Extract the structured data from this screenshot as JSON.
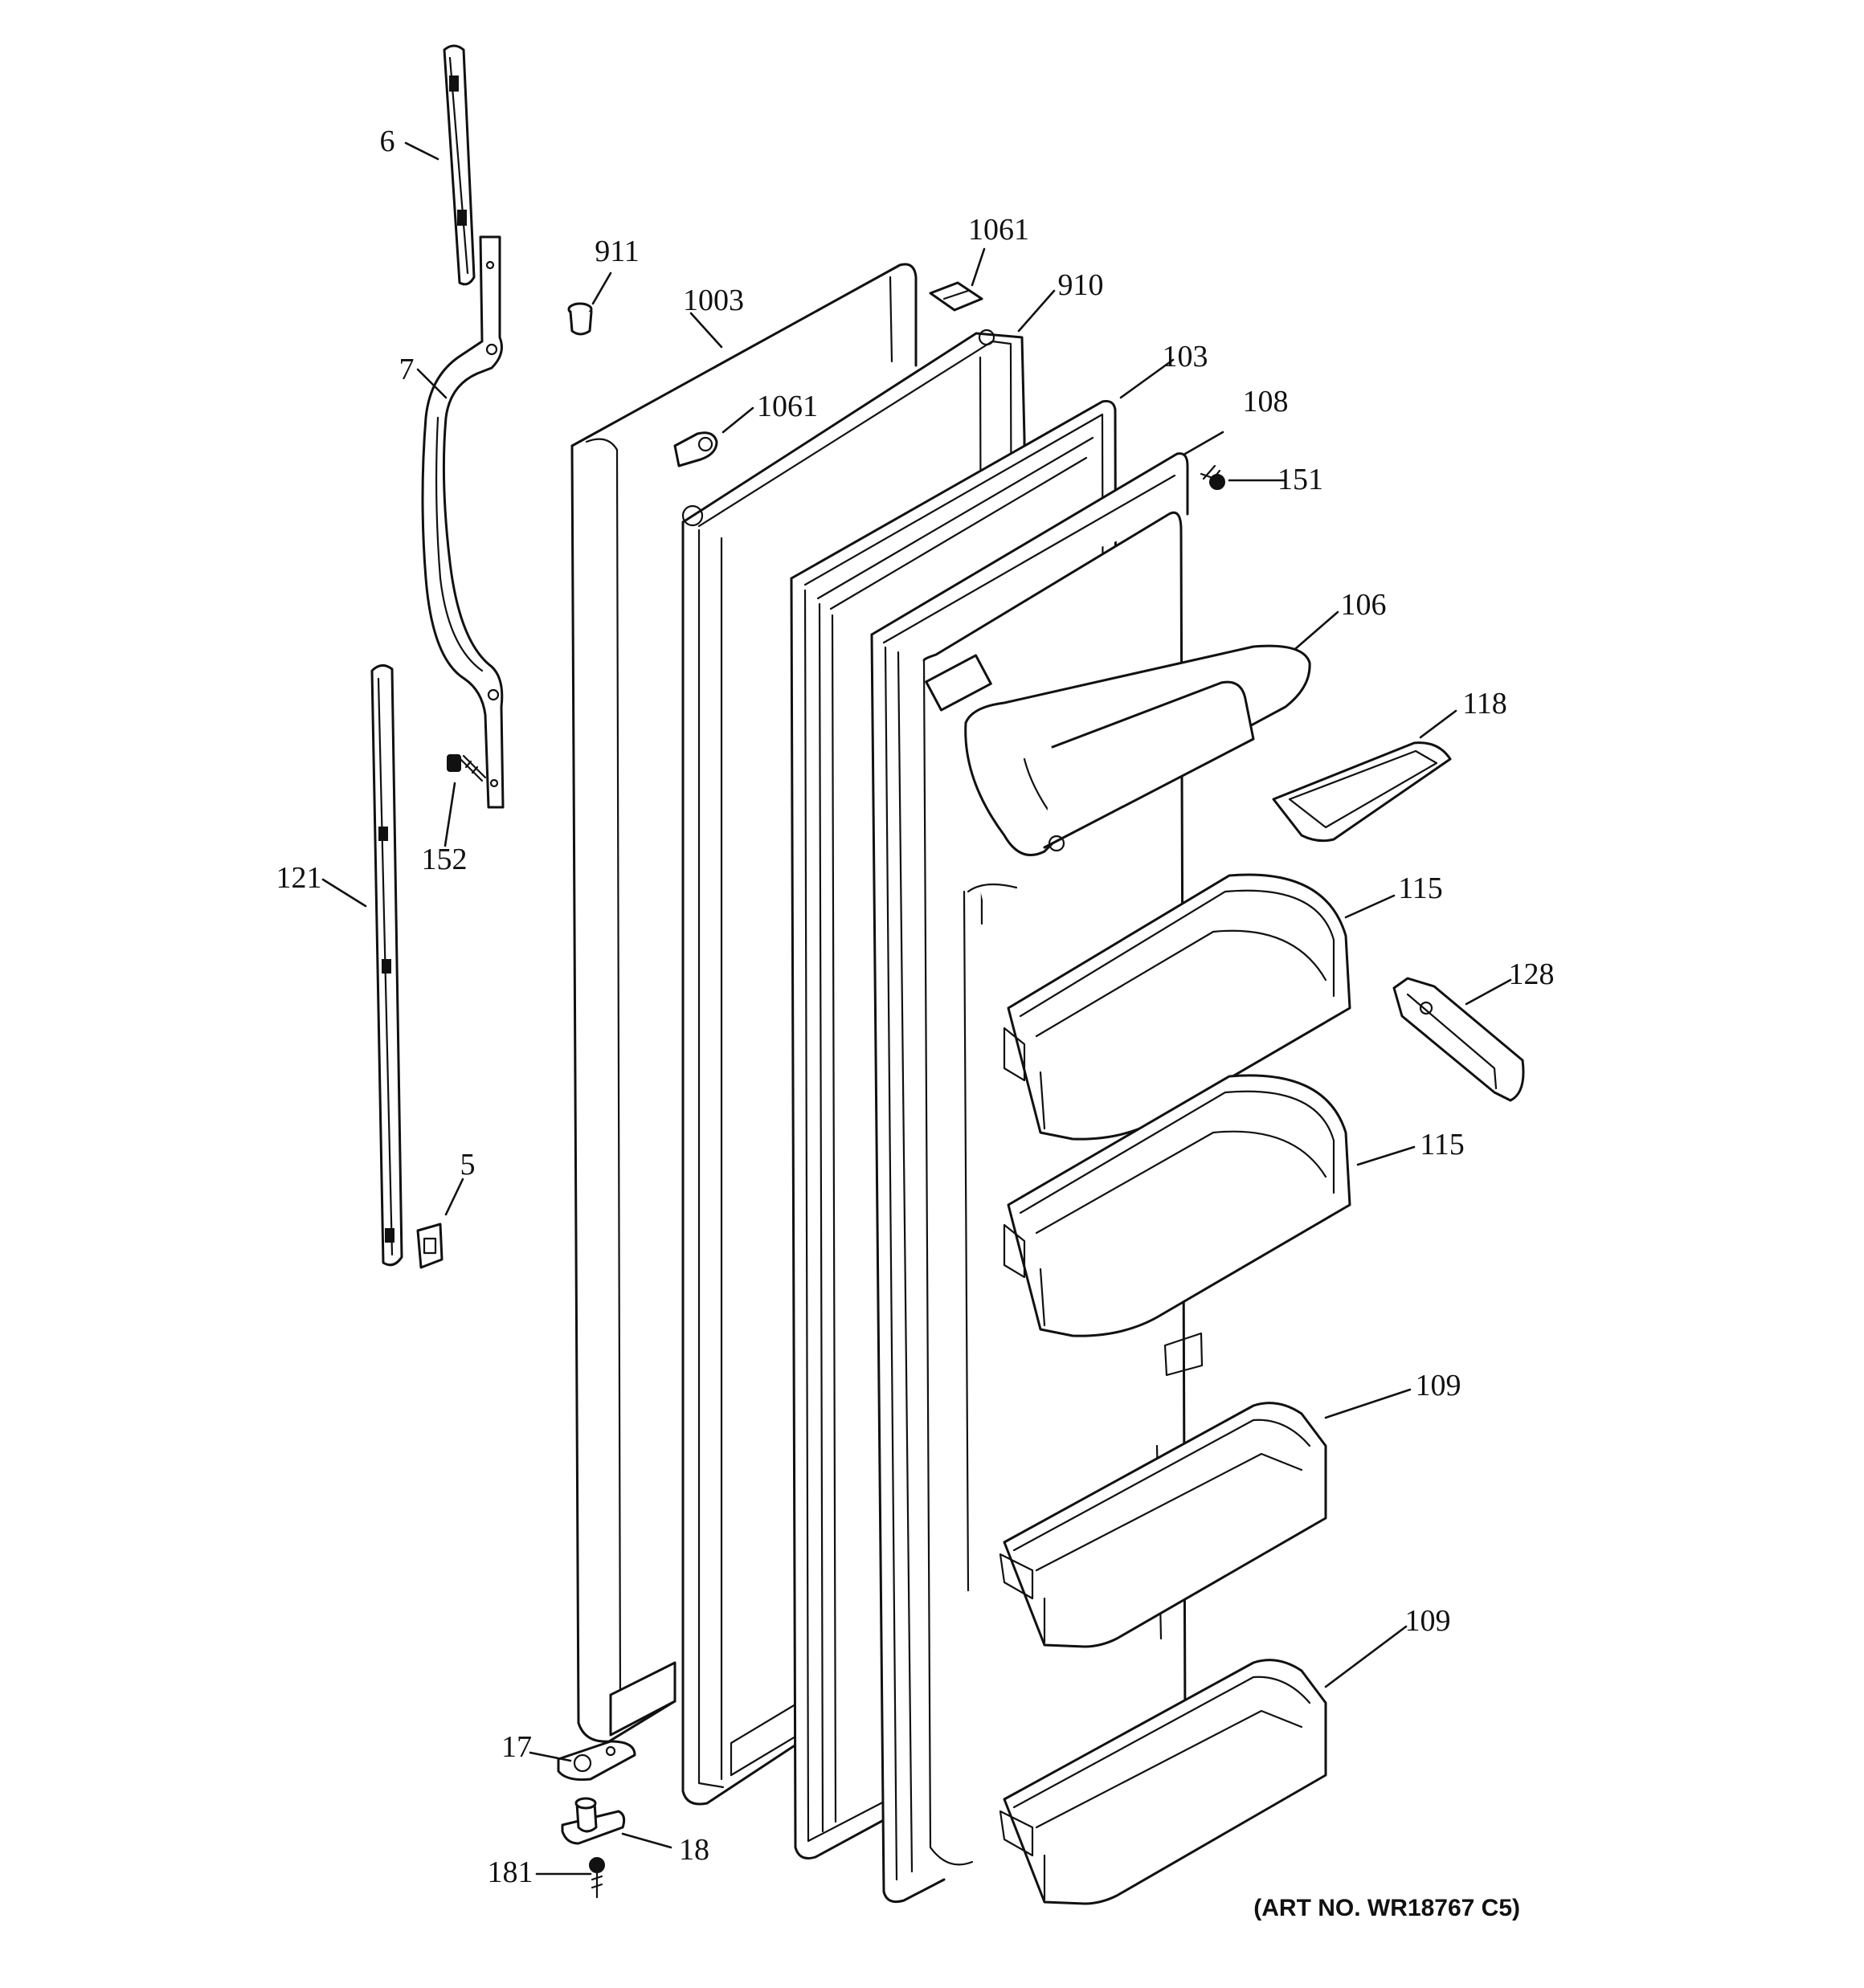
{
  "diagram": {
    "art_number": "(ART NO. WR18767 C5)",
    "callouts": [
      {
        "id": "6",
        "label": "6"
      },
      {
        "id": "7",
        "label": "7"
      },
      {
        "id": "911",
        "label": "911"
      },
      {
        "id": "1003",
        "label": "1003"
      },
      {
        "id": "1061-top",
        "label": "1061"
      },
      {
        "id": "1061-mid",
        "label": "1061"
      },
      {
        "id": "910",
        "label": "910"
      },
      {
        "id": "103",
        "label": "103"
      },
      {
        "id": "108",
        "label": "108"
      },
      {
        "id": "151",
        "label": "151"
      },
      {
        "id": "106",
        "label": "106"
      },
      {
        "id": "118",
        "label": "118"
      },
      {
        "id": "152",
        "label": "152"
      },
      {
        "id": "121",
        "label": "121"
      },
      {
        "id": "115-upper",
        "label": "115"
      },
      {
        "id": "128",
        "label": "128"
      },
      {
        "id": "115-lower",
        "label": "115"
      },
      {
        "id": "5",
        "label": "5"
      },
      {
        "id": "109-upper",
        "label": "109"
      },
      {
        "id": "109-lower",
        "label": "109"
      },
      {
        "id": "17",
        "label": "17"
      },
      {
        "id": "18",
        "label": "18"
      },
      {
        "id": "181",
        "label": "181"
      }
    ]
  }
}
